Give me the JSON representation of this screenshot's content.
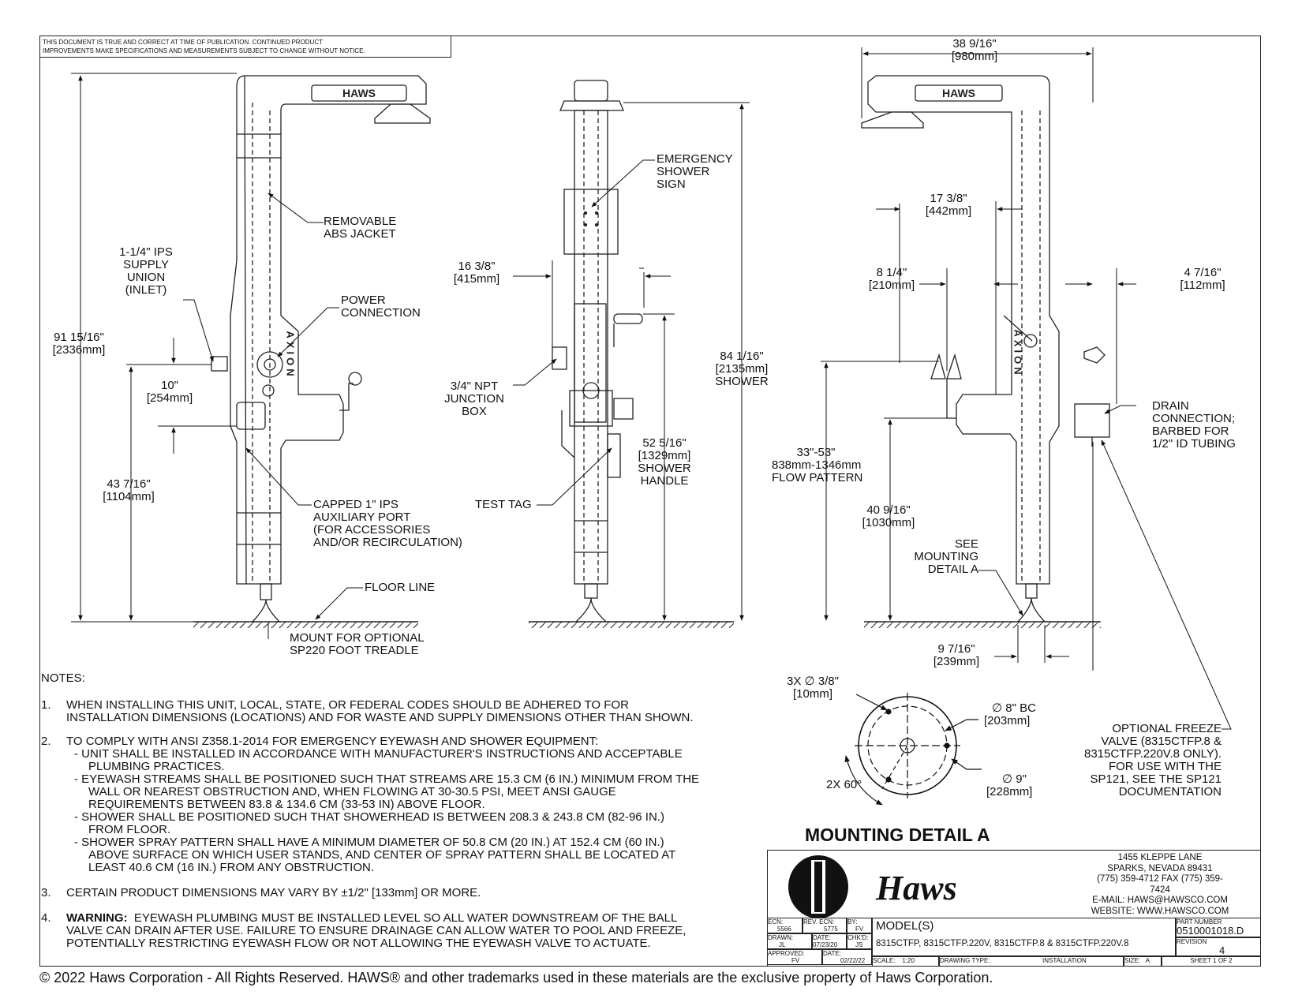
{
  "disclaimer": {
    "line1": "THIS DOCUMENT IS TRUE AND CORRECT AT TIME OF PUBLICATION. CONTINUED PRODUCT",
    "line2": "IMPROVEMENTS MAKE SPECIFICATIONS AND MEASUREMENTS SUBJECT TO CHANGE WITHOUT NOTICE."
  },
  "brand_mark": "HAWS",
  "axion_mark": "AXION",
  "view1": {
    "removable_jacket": [
      "REMOVABLE",
      "ABS JACKET"
    ],
    "supply_union": [
      "1-1/4\" IPS",
      "SUPPLY",
      "UNION",
      "(INLET)"
    ],
    "power": [
      "POWER",
      "CONNECTION"
    ],
    "overall_height": [
      "91 15/16\"",
      "[2336mm]"
    ],
    "union_offset": [
      "10\"",
      "[254mm]"
    ],
    "port_height": [
      "43 7/16\"",
      "[1104mm]"
    ],
    "aux_port": [
      "CAPPED 1\" IPS",
      "AUXILIARY PORT",
      "(FOR ACCESSORIES",
      "AND/OR RECIRCULATION)"
    ],
    "floor_line": "FLOOR LINE",
    "mount": [
      "MOUNT FOR OPTIONAL",
      "SP220 FOOT TREADLE"
    ]
  },
  "view2": {
    "sign": [
      "EMERGENCY",
      "SHOWER",
      "SIGN"
    ],
    "depth": [
      "16 3/8\"",
      "[415mm]"
    ],
    "junction": [
      "3/4\" NPT",
      "JUNCTION",
      "BOX"
    ],
    "test_tag": "TEST TAG",
    "handle_height": [
      "52 5/16\"",
      "[1329mm]",
      "SHOWER",
      "HANDLE"
    ],
    "shower_height": [
      "84 1/16\"",
      "[2135mm]",
      "SHOWER"
    ]
  },
  "view3": {
    "overall_width": [
      "38 9/16\"",
      "[980mm]"
    ],
    "width_17": [
      "17 3/8\"",
      "[442mm]"
    ],
    "width_8": [
      "8 1/4\"",
      "[210mm]"
    ],
    "width_4": [
      "4 7/16\"",
      "[112mm]"
    ],
    "drain": [
      "DRAIN",
      "CONNECTION;",
      "BARBED FOR",
      "1/2\" ID TUBING"
    ],
    "flow_pattern": [
      "33\"-53\"",
      "838mm-1346mm",
      "FLOW PATTERN"
    ],
    "bowl_height": [
      "40 9/16\"",
      "[1030mm]"
    ],
    "see_detail": [
      "SEE",
      "MOUNTING",
      "DETAIL A"
    ],
    "base_width": [
      "9 7/16\"",
      "[239mm]"
    ],
    "freeze_valve": [
      "OPTIONAL FREEZE",
      "VALVE (8315CTFP.8 &",
      "8315CTFP.220V.8 ONLY).",
      "FOR USE WITH THE",
      "SP121, SEE THE SP121",
      "DOCUMENTATION"
    ]
  },
  "mounting_detail": {
    "title": "MOUNTING DETAIL A",
    "holes": [
      "3X  ∅ 3/8\"",
      "[10mm]"
    ],
    "bolt_circle": [
      "∅ 8\"    BC",
      "[203mm]"
    ],
    "angle": "2X 60°",
    "base_dia": [
      "∅ 9\"",
      "[228mm]"
    ]
  },
  "notes": {
    "heading": "NOTES:",
    "n1": [
      "WHEN INSTALLING THIS UNIT, LOCAL, STATE, OR FEDERAL CODES SHOULD BE ADHERED TO FOR",
      "INSTALLATION DIMENSIONS (LOCATIONS) AND FOR WASTE AND SUPPLY DIMENSIONS OTHER THAN SHOWN."
    ],
    "n2": "TO COMPLY WITH ANSI Z358.1-2014 FOR EMERGENCY EYEWASH AND SHOWER EQUIPMENT:",
    "n2_subs": [
      [
        "-  UNIT SHALL BE INSTALLED IN ACCORDANCE WITH MANUFACTURER'S INSTRUCTIONS AND ACCEPTABLE",
        "PLUMBING PRACTICES."
      ],
      [
        "-  EYEWASH STREAMS SHALL BE POSITIONED SUCH THAT STREAMS ARE 15.3 CM (6 IN.) MINIMUM FROM THE",
        "WALL OR NEAREST OBSTRUCTION AND, WHEN FLOWING AT 30-30.5 PSI, MEET ANSI GAUGE",
        "REQUIREMENTS BETWEEN 83.8 & 134.6 CM (33-53 IN) ABOVE FLOOR."
      ],
      [
        "-  SHOWER SHALL BE POSITIONED SUCH THAT SHOWERHEAD IS BETWEEN 208.3 & 243.8 CM (82-96 IN.)",
        "FROM FLOOR."
      ],
      [
        "-  SHOWER SPRAY PATTERN SHALL HAVE A MINIMUM DIAMETER OF 50.8 CM (20 IN.) AT 152.4 CM (60 IN.)",
        "ABOVE SURFACE ON WHICH USER STANDS, AND CENTER OF SPRAY PATTERN SHALL BE LOCATED AT",
        "LEAST 40.6 CM (16 IN.) FROM ANY OBSTRUCTION."
      ]
    ],
    "n3": "CERTAIN PRODUCT DIMENSIONS MAY VARY BY ±1/2\" [133mm] OR MORE.",
    "n4_label": "WARNING:",
    "n4": [
      "EYEWASH PLUMBING MUST BE INSTALLED LEVEL SO ALL WATER DOWNSTREAM OF THE BALL",
      "VALVE CAN DRAIN AFTER USE.  FAILURE TO ENSURE DRAINAGE CAN ALLOW WATER  TO POOL AND FREEZE,",
      "POTENTIALLY RESTRICTING EYEWASH FLOW OR NOT ALLOWING THE EYEWASH VALVE TO ACTUATE."
    ],
    "nums": [
      "1.",
      "2.",
      "3.",
      "4."
    ]
  },
  "title_block": {
    "company": "Haws",
    "address": [
      "1455 KLEPPE LANE",
      "SPARKS, NEVADA  89431",
      "(775) 359-4712  FAX (775) 359-7424",
      "E-MAIL:  HAWS@HAWSCO.COM",
      "WEBSITE: WWW.HAWSCO.COM"
    ],
    "ecn_label": "ECN:",
    "ecn": "5566",
    "rev_ecn_label": "REV. ECN:",
    "rev_ecn": "5775",
    "by_label": "BY:",
    "by": "FV",
    "drawn_label": "DRAWN:",
    "drawn": "JL",
    "date_label": "DATE:",
    "date1": "07/23/20",
    "chkd_label": "CHK'D:",
    "chkd": "JS",
    "approved_label": "APPROVED:",
    "approved": "FV",
    "date2_label": "DATE:",
    "date2": "02/22/22",
    "models_label": "MODEL(S)",
    "models": "8315CTFP, 8315CTFP.220V, 8315CTFP.8 & 8315CTFP.220V.8",
    "part_label": "PART NUMBER",
    "part": "0510001018.D",
    "revision_label": "REVISION",
    "revision": "4",
    "scale_label": "SCALE:",
    "scale": "1:20",
    "drawing_type_label": "DRAWING TYPE:",
    "drawing_type": "INSTALLATION",
    "size_label": "SIZE:",
    "size": "A",
    "sheet": "SHEET 1 OF 2"
  },
  "copyright": "© 2022 Haws Corporation - All Rights Reserved.  HAWS® and other trademarks used in these materials are the exclusive property of Haws Corporation."
}
